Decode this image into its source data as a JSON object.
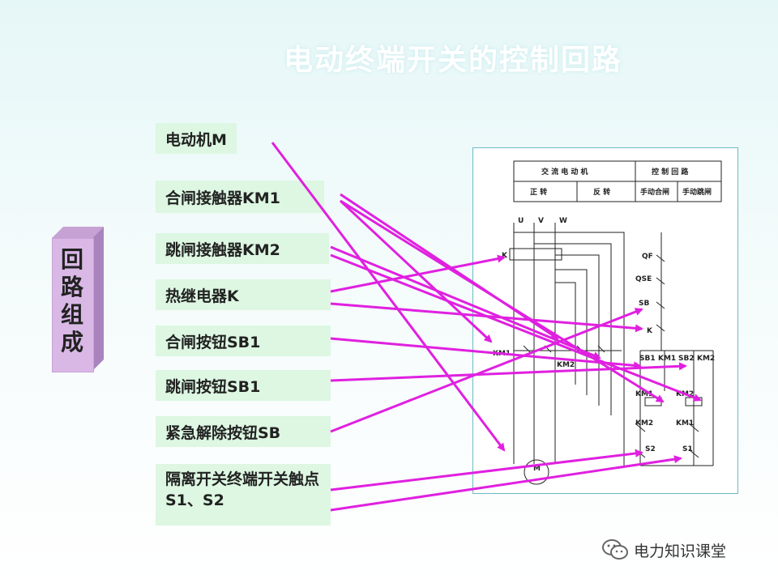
{
  "title": "电动终端开关的控制回路",
  "side_label": "回路组成",
  "components": [
    {
      "id": "motor",
      "label": "电动机M"
    },
    {
      "id": "km1",
      "label": "合闸接触器KM1"
    },
    {
      "id": "km2",
      "label": "跳闸接触器KM2"
    },
    {
      "id": "relay",
      "label": "热继电器K"
    },
    {
      "id": "sb1a",
      "label": "合闸按钮SB1"
    },
    {
      "id": "sb1b",
      "label": "跳闸按钮SB1"
    },
    {
      "id": "sb",
      "label": "紧急解除按钮SB"
    },
    {
      "id": "s12",
      "label": "隔离开关终端开关触点S1、S2"
    }
  ],
  "schematic": {
    "header_top": [
      "交 流 电 动 机",
      "控 制 回 路"
    ],
    "header_bottom": [
      "正  转",
      "反  转",
      "手动合闸",
      "手动跳闸"
    ],
    "phases": [
      "U",
      "V",
      "W"
    ],
    "labels": {
      "k": "K",
      "qf": "QF",
      "qse": "QSE",
      "sb_e": "SB",
      "k2": "K",
      "km1_left": "KM1",
      "km2_mid": "KM2",
      "row_sb1": "SB1",
      "row_km1": "KM1",
      "row_sb2": "SB2",
      "row_km2": "KM2",
      "coil_km1": "KM1",
      "coil_km2": "KM2",
      "contact_km2": "KM2",
      "contact_km1": "KM1",
      "s2": "S2",
      "s1": "S1",
      "motor": "M"
    }
  },
  "watermark": "电力知识课堂",
  "colors": {
    "arrow": "#e020e0",
    "label_bg": "#ddf7e2",
    "side_bg": "#d9b8e6"
  }
}
